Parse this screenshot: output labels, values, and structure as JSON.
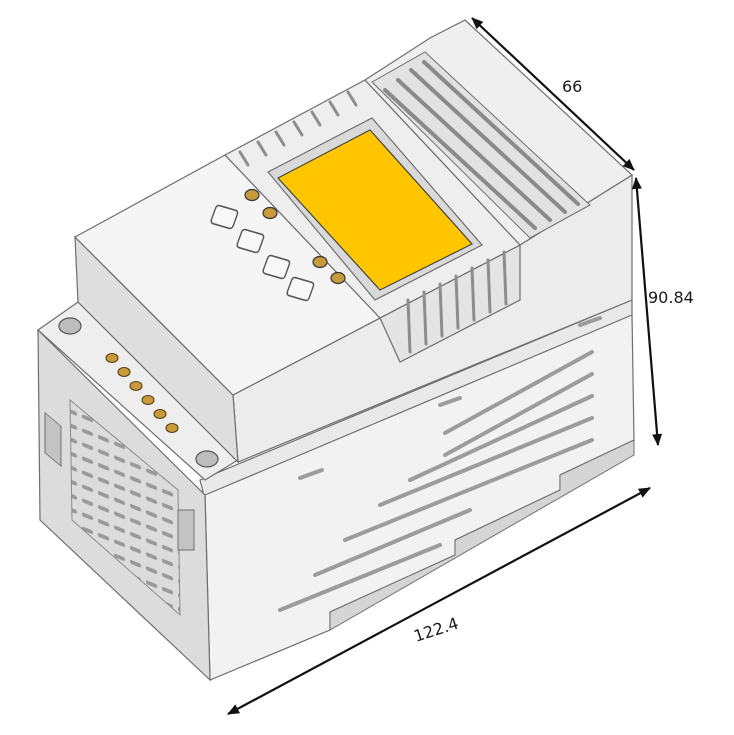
{
  "dimensions": {
    "depth": "66",
    "height": "90.84",
    "length": "122.4"
  },
  "colors": {
    "housing_light": "#f4f4f4",
    "housing_mid": "#e6e6e6",
    "housing_dark": "#d2d2d2",
    "housing_shadow": "#b9b9b9",
    "outline": "#6e6e6e",
    "lcd_screen": "#ffc600",
    "terminal": "#c89a3c",
    "arrow": "#111111"
  },
  "icons": [
    "dimension-arrow",
    "lcd-screen",
    "push-button",
    "led-indicator",
    "terminal-screw",
    "mounting-hole",
    "ventilation-slot"
  ]
}
